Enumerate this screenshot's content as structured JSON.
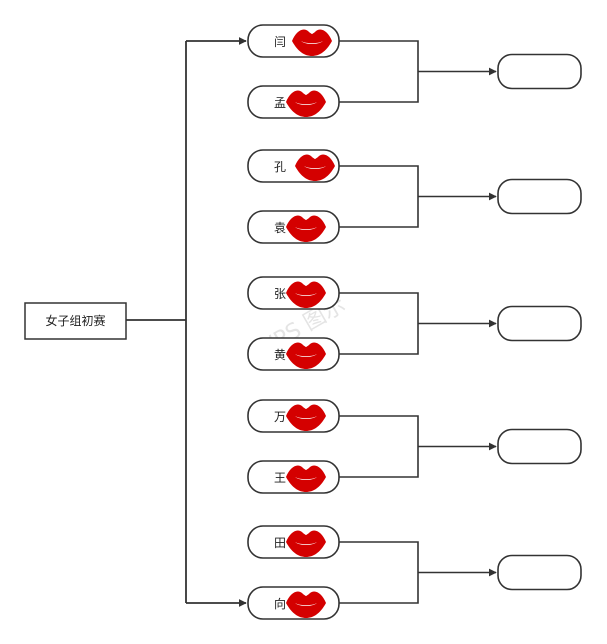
{
  "root": {
    "label": "女子组初赛"
  },
  "players": [
    {
      "name": "闫"
    },
    {
      "name": "孟"
    },
    {
      "name": "孔"
    },
    {
      "name": "袁"
    },
    {
      "name": "张"
    },
    {
      "name": "黄"
    },
    {
      "name": "万"
    },
    {
      "name": "王"
    },
    {
      "name": "田"
    },
    {
      "name": "向"
    }
  ],
  "winner_boxes": [
    "",
    "",
    "",
    "",
    ""
  ],
  "watermark": {
    "text": "WPS 图示"
  },
  "colors": {
    "line": "#333333",
    "lips": "#d40000",
    "box_border": "#333333"
  }
}
